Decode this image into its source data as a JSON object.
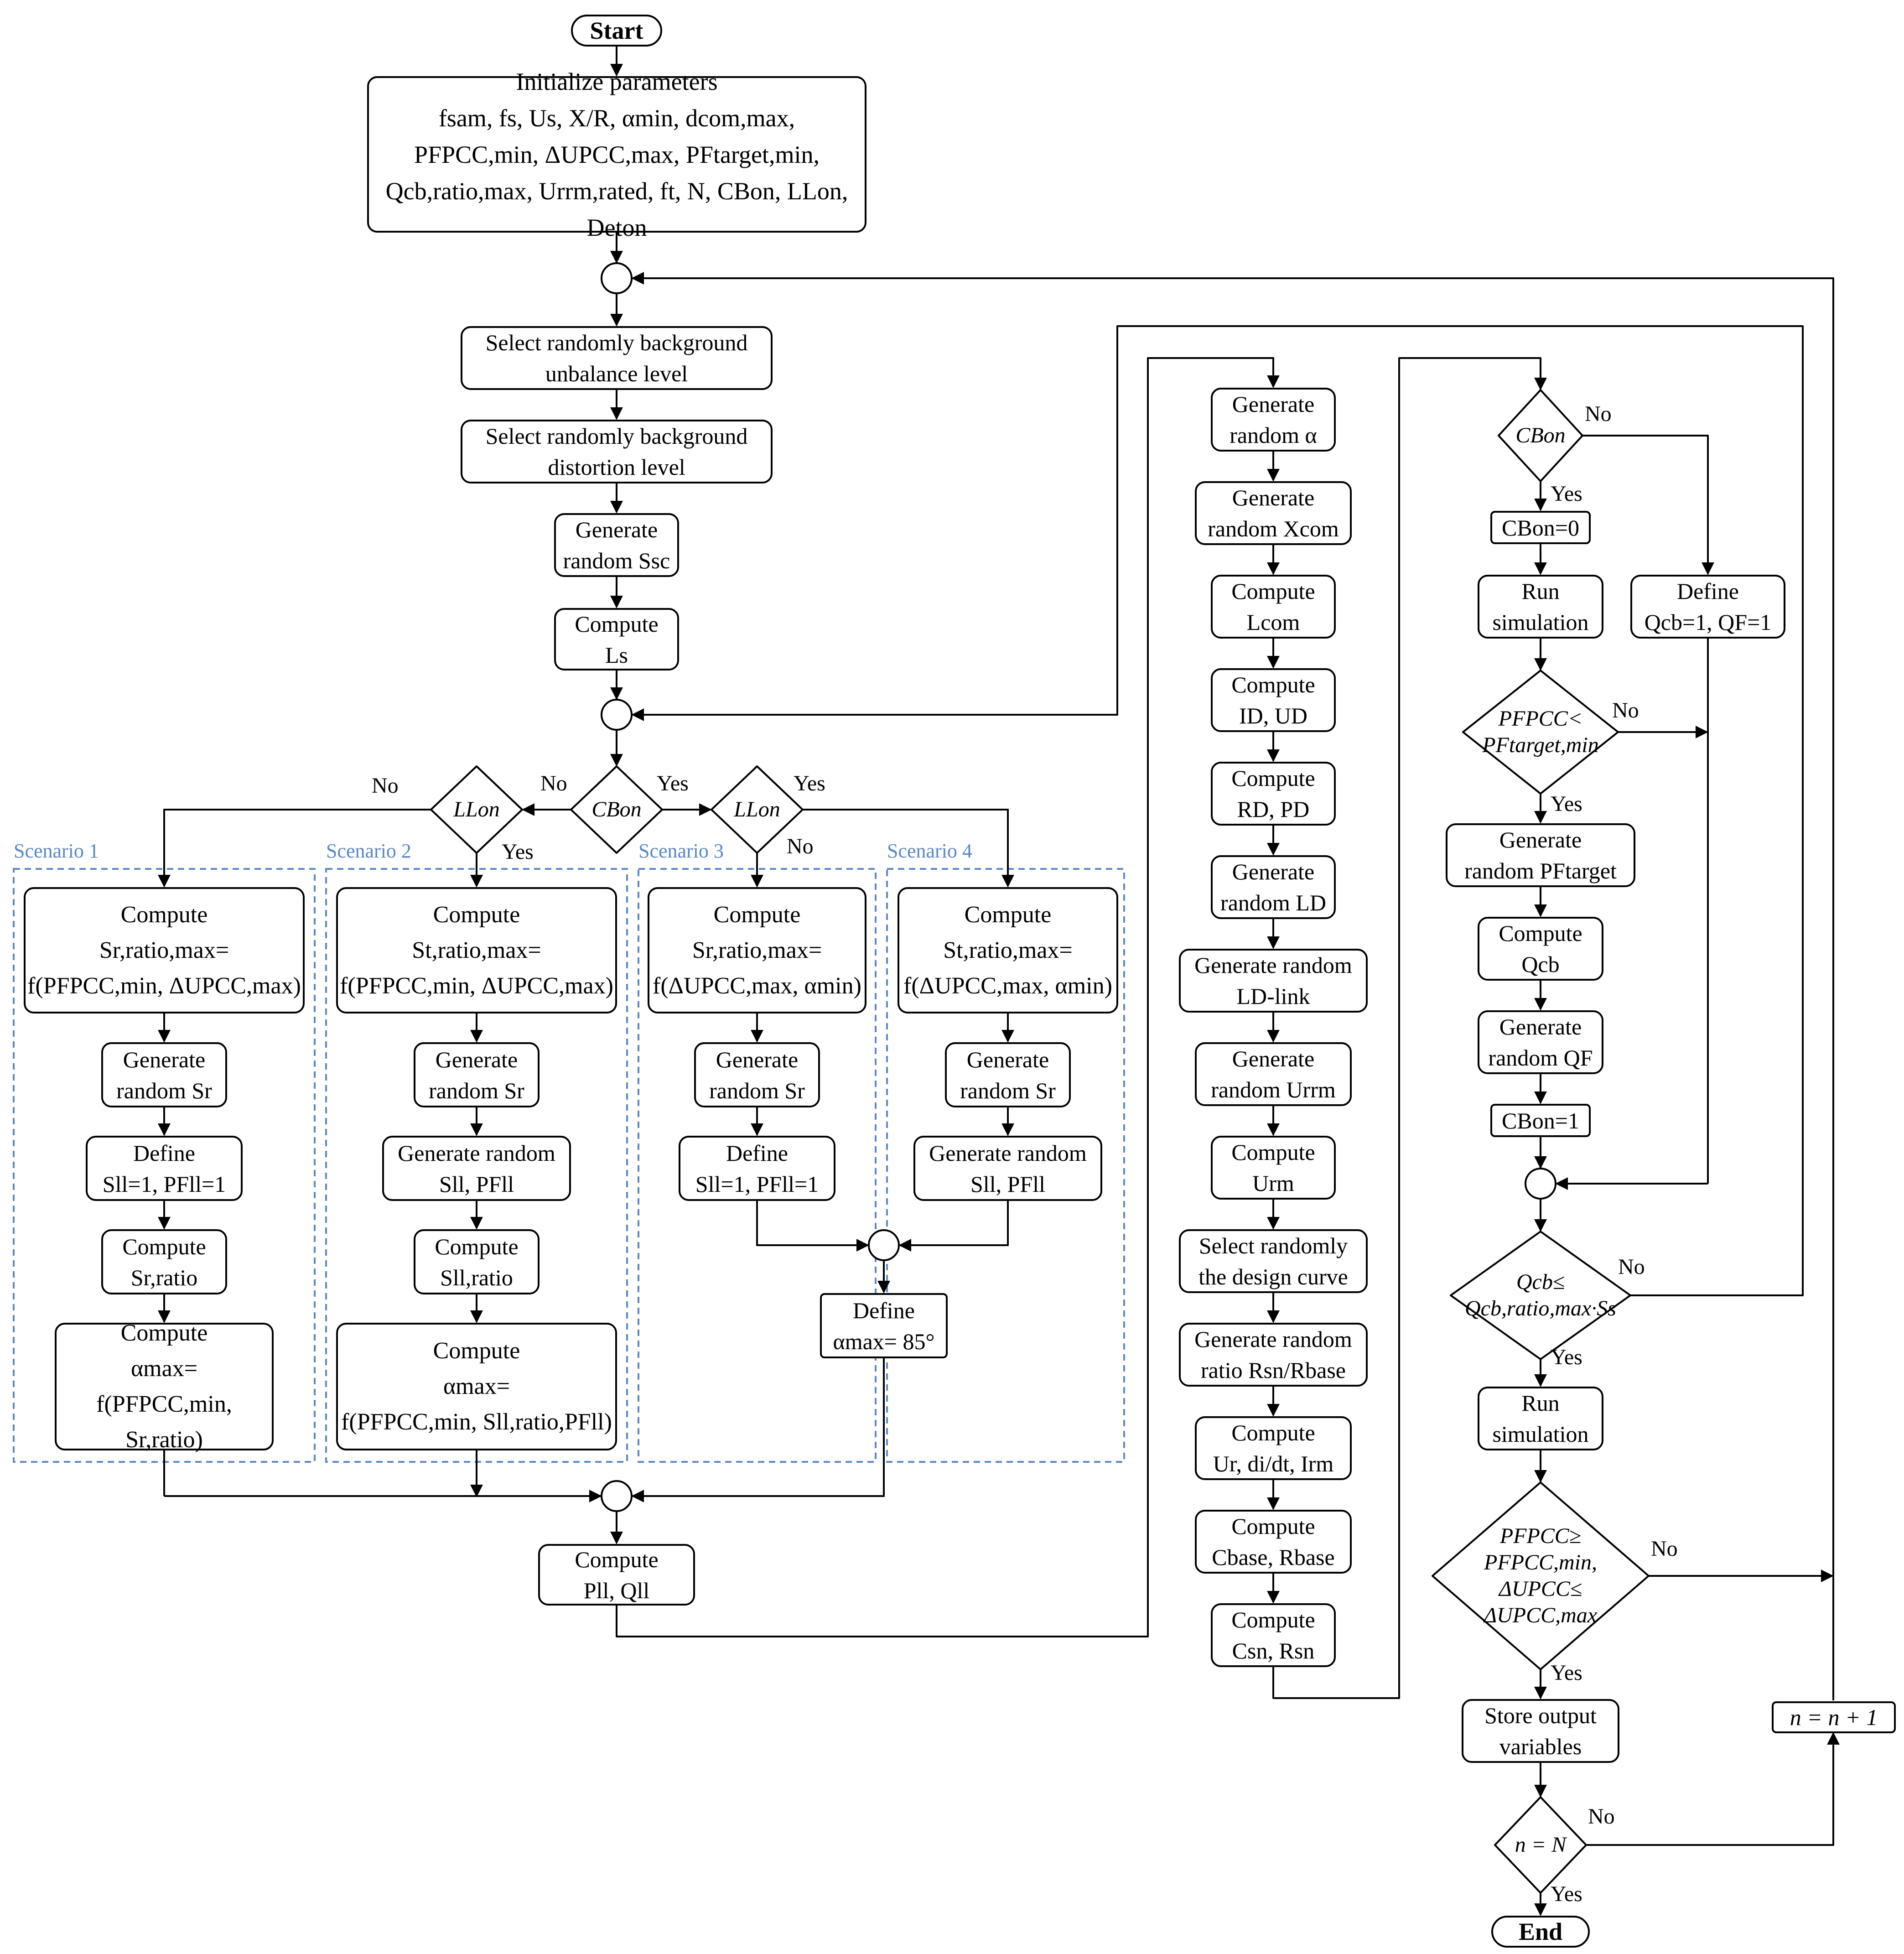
{
  "flowchart": {
    "start": "Start",
    "end": "End",
    "init": "Initialize parameters\nfsam, fs, Us, X/R, αmin, dcom,max,\nPFPCC,min, ΔUPCC,max, PFtarget,min,\nQcb,ratio,max, Urrm,rated, ft, N, CBon, LLon, Deton",
    "main_column": {
      "unbalance": "Select randomly background\nunbalance level",
      "distortion": "Select randomly background\ndistortion level",
      "gen_ssc": "Generate\nrandom Ssc",
      "compute_ls": "Compute\nLs",
      "compute_pll": "Compute\nPll, Qll"
    },
    "decisions": {
      "cb_on": "CBon",
      "ll_on_left": "LLon",
      "ll_on_right": "LLon",
      "cb_on_right": "CBon",
      "pf_check": "PFPCC<\nPFtarget,min",
      "qcb_check": "Qcb≤\nQcb,ratio,max·Ss",
      "pcc_check": "PFPCC≥\nPFPCC,min,\nΔUPCC≤\nΔUPCC,max",
      "n_check": "n = N"
    },
    "branch_labels": {
      "yes": "Yes",
      "no": "No"
    },
    "scenarios": {
      "s1": {
        "title": "Scenario 1",
        "steps": [
          "Compute\nSr,ratio,max=\nf(PFPCC,min, ΔUPCC,max)",
          "Generate\nrandom Sr",
          "Define\nSll=1, PFll=1",
          "Compute\nSr,ratio",
          "Compute\nαmax=\nf(PFPCC,min, Sr,ratio)"
        ]
      },
      "s2": {
        "title": "Scenario 2",
        "steps": [
          "Compute\nSt,ratio,max=\nf(PFPCC,min, ΔUPCC,max)",
          "Generate\nrandom Sr",
          "Generate random\nSll, PFll",
          "Compute\nSll,ratio",
          "Compute\nαmax=\nf(PFPCC,min, Sll,ratio,PFll)"
        ]
      },
      "s3": {
        "title": "Scenario 3",
        "steps": [
          "Compute\nSr,ratio,max=\nf(ΔUPCC,max, αmin)",
          "Generate\nrandom Sr",
          "Define\nSll=1, PFll=1"
        ]
      },
      "s4": {
        "title": "Scenario 4",
        "steps": [
          "Compute\nSt,ratio,max=\nf(ΔUPCC,max, αmin)",
          "Generate\nrandom Sr",
          "Generate random\nSll, PFll"
        ]
      },
      "define_alpha": "Define\nαmax= 85°"
    },
    "middle_column": [
      "Generate\nrandom α",
      "Generate\nrandom Xcom",
      "Compute\nLcom",
      "Compute\nID, UD",
      "Compute\nRD, PD",
      "Generate\nrandom LD",
      "Generate random\nLD-link",
      "Generate\nrandom Urrm",
      "Compute\nUrm",
      "Select randomly\nthe design curve",
      "Generate random\nratio Rsn/Rbase",
      "Compute\nUr, di/dt, Irm",
      "Compute\nCbase, Rbase",
      "Compute\nCsn, Rsn"
    ],
    "right_column": {
      "cb_off": "CBon=0",
      "run_sim_1": "Run\nsimulation",
      "define_qcb": "Define\nQcb=1, QF=1",
      "gen_pf": "Generate\nrandom PFtarget",
      "compute_qcb": "Compute\nQcb",
      "gen_qf": "Generate\nrandom QF",
      "cb_set": "CBon=1",
      "run_sim_2": "Run\nsimulation",
      "store": "Store output\nvariables",
      "increment": "n = n + 1"
    }
  }
}
